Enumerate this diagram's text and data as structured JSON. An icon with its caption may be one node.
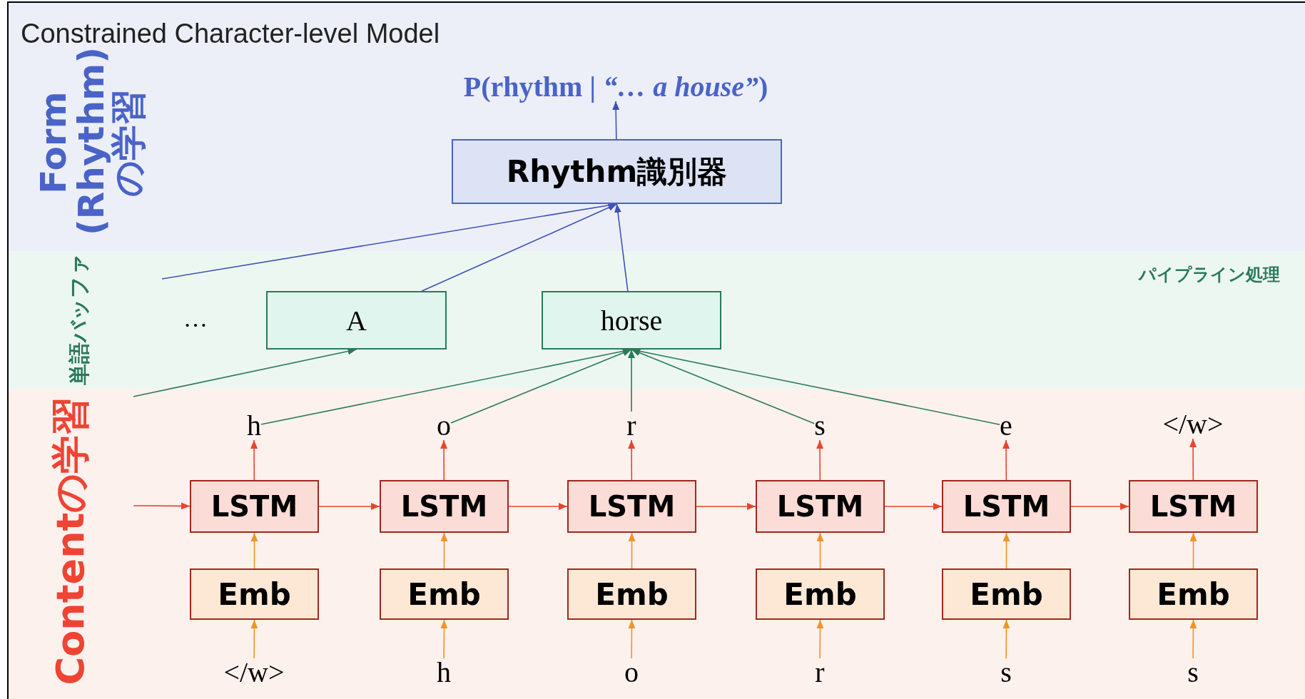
{
  "diagram": {
    "title": "Constrained Character-level Model",
    "nodes": [
      {
        "text": [
          "Form (Rhythm)の学習"
        ]
      },
      {
        "text": [
          "単語バッファ",
          "パイプライン処理"
        ]
      },
      {
        "text": [
          "Contentの学習"
        ]
      },
      {
        "text": [
          "P(rhythm | *“… a house”*)"
        ],
        "in": 0
      },
      {
        "text": [
          "Rhythm識別器"
        ],
        "in": 0
      },
      {
        "text": [
          "A"
        ],
        "in": 1
      },
      {
        "text": [
          "horse"
        ],
        "in": 1
      },
      {
        "text": [
          "h"
        ],
        "in": 2
      },
      {
        "text": [
          "o"
        ],
        "in": 2
      },
      {
        "text": [
          "r"
        ],
        "in": 2
      },
      {
        "text": [
          "s"
        ],
        "in": 2
      },
      {
        "text": [
          "e"
        ],
        "in": 2
      },
      {
        "text": [
          "</w>"
        ],
        "in": 2
      },
      {
        "text": [
          "LSTM"
        ],
        "in": 2
      },
      {
        "text": [
          "LSTM"
        ],
        "in": 2
      },
      {
        "text": [
          "LSTM"
        ],
        "in": 2
      },
      {
        "text": [
          "LSTM"
        ],
        "in": 2
      },
      {
        "text": [
          "LSTM"
        ],
        "in": 2
      },
      {
        "text": [
          "LSTM"
        ],
        "in": 2
      },
      {
        "text": [
          "Emb"
        ],
        "in": 2
      },
      {
        "text": [
          "Emb"
        ],
        "in": 2
      },
      {
        "text": [
          "Emb"
        ],
        "in": 2
      },
      {
        "text": [
          "Emb"
        ],
        "in": 2
      },
      {
        "text": [
          "Emb"
        ],
        "in": 2
      },
      {
        "text": [
          "Emb"
        ],
        "in": 2
      },
      {
        "text": [
          "</w>"
        ],
        "in": 2
      },
      {
        "text": [
          "h"
        ],
        "in": 2
      },
      {
        "text": [
          "o"
        ],
        "in": 2
      },
      {
        "text": [
          "r"
        ],
        "in": 2
      },
      {
        "text": [
          "s"
        ],
        "in": 2
      },
      {
        "text": [
          "s"
        ],
        "in": 2
      }
    ],
    "edges": [
      {
        "from": 4,
        "to": 3,
        "arrow": "to",
        "color": "#3f51b5"
      },
      {
        "from": null,
        "to": 4,
        "arrow": "to",
        "color": "#3f51b5"
      },
      {
        "from": 5,
        "to": 4,
        "arrow": "to",
        "color": "#3f51b5"
      },
      {
        "from": 6,
        "to": 4,
        "arrow": "to",
        "color": "#3f51b5"
      },
      {
        "from": null,
        "to": 5,
        "arrow": "to",
        "color": "#2a7a5a"
      },
      {
        "from": 7,
        "to": 6,
        "arrow": "to",
        "color": "#2a7a5a"
      },
      {
        "from": 8,
        "to": 6,
        "arrow": "to",
        "color": "#2a7a5a"
      },
      {
        "from": 9,
        "to": 6,
        "arrow": "to",
        "color": "#2a7a5a"
      },
      {
        "from": 10,
        "to": 6,
        "arrow": "to",
        "color": "#2a7a5a"
      },
      {
        "from": 11,
        "to": 6,
        "arrow": "to",
        "color": "#2a7a5a"
      },
      {
        "from": null,
        "to": 13,
        "arrow": "to",
        "color": "#e8442c"
      },
      {
        "from": 13,
        "to": 14,
        "arrow": "to",
        "color": "#e8442c"
      },
      {
        "from": 14,
        "to": 15,
        "arrow": "to",
        "color": "#e8442c"
      },
      {
        "from": 15,
        "to": 16,
        "arrow": "to",
        "color": "#e8442c"
      },
      {
        "from": 16,
        "to": 17,
        "arrow": "to",
        "color": "#e8442c"
      },
      {
        "from": 17,
        "to": 18,
        "arrow": "to",
        "color": "#e8442c"
      },
      {
        "from": 13,
        "to": 7,
        "arrow": "to",
        "color": "#e8442c"
      },
      {
        "from": 14,
        "to": 8,
        "arrow": "to",
        "color": "#e8442c"
      },
      {
        "from": 15,
        "to": 9,
        "arrow": "to",
        "color": "#e8442c"
      },
      {
        "from": 16,
        "to": 10,
        "arrow": "to",
        "color": "#e8442c"
      },
      {
        "from": 17,
        "to": 11,
        "arrow": "to",
        "color": "#e8442c"
      },
      {
        "from": 18,
        "to": 12,
        "arrow": "to",
        "color": "#e8442c"
      },
      {
        "from": 19,
        "to": 13,
        "arrow": "to",
        "color": "#f39228"
      },
      {
        "from": 20,
        "to": 14,
        "arrow": "to",
        "color": "#f39228"
      },
      {
        "from": 21,
        "to": 15,
        "arrow": "to",
        "color": "#f39228"
      },
      {
        "from": 22,
        "to": 16,
        "arrow": "to",
        "color": "#f39228"
      },
      {
        "from": 23,
        "to": 17,
        "arrow": "to",
        "color": "#f39228"
      },
      {
        "from": 24,
        "to": 18,
        "arrow": "to",
        "color": "#f39228"
      },
      {
        "from": 25,
        "to": 19,
        "arrow": "to",
        "color": "#f39228"
      },
      {
        "from": 26,
        "to": 20,
        "arrow": "to",
        "color": "#f39228"
      },
      {
        "from": 27,
        "to": 21,
        "arrow": "to",
        "color": "#f39228"
      },
      {
        "from": 28,
        "to": 22,
        "arrow": "to",
        "color": "#f39228"
      },
      {
        "from": 29,
        "to": 23,
        "arrow": "to",
        "color": "#f39228"
      },
      {
        "from": 30,
        "to": 24,
        "arrow": "to",
        "color": "#f39228"
      }
    ],
    "labels": [
      "…"
    ]
  }
}
